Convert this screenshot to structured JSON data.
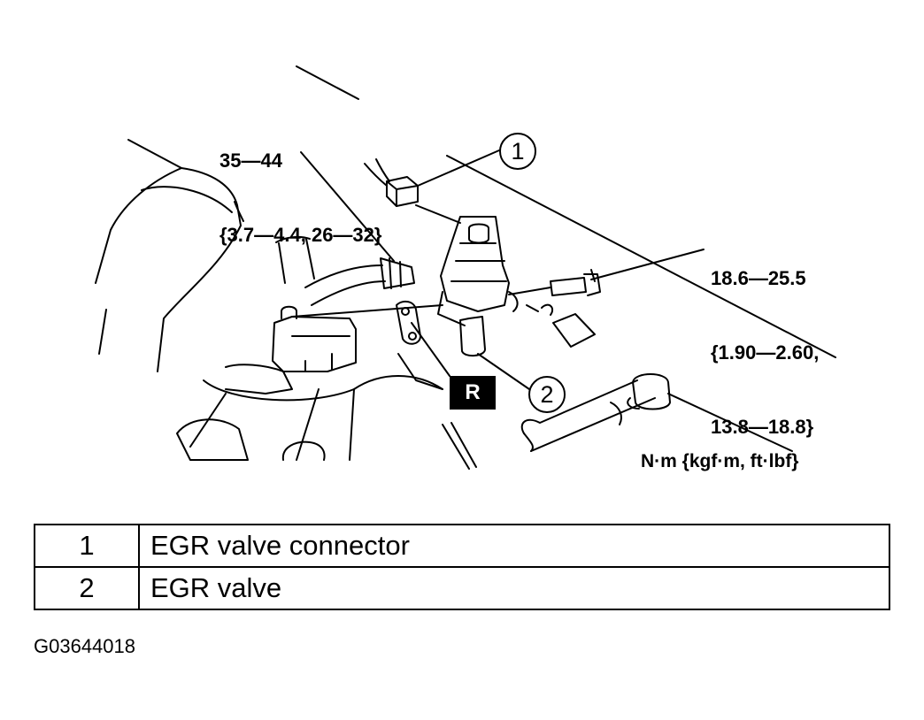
{
  "torque_labels": {
    "egr_pipe_nut": [
      "35—44",
      "{3.7—4.4, 26—32}"
    ],
    "egr_valve_bolt": [
      "18.6—25.5",
      "{1.90—2.60,",
      "13.8—18.8}"
    ]
  },
  "unit_label": "N·m {kgf·m, ft·lbf}",
  "replace_badge": "R",
  "callouts": [
    "1",
    "2"
  ],
  "parts": [
    {
      "number": "1",
      "name": "EGR valve connector"
    },
    {
      "number": "2",
      "name": "EGR valve"
    }
  ],
  "figure_id": "G03644018"
}
